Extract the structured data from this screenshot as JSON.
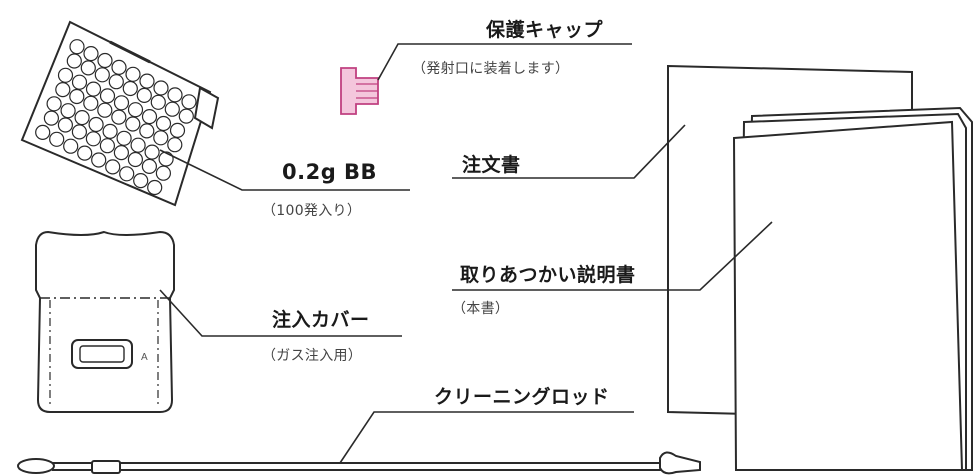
{
  "items": [
    {
      "name": "保護キャップ",
      "note": "（発射口に装着します）"
    },
    {
      "name": "0.2g BB",
      "note": "（100発入り）"
    },
    {
      "name": "注文書",
      "note": ""
    },
    {
      "name": "取りあつかい説明書",
      "note": "（本書）"
    },
    {
      "name": "注入カバー",
      "note": "（ガス注入用）"
    },
    {
      "name": "クリーニングロッド",
      "note": ""
    }
  ],
  "cover_mark": "A",
  "colors": {
    "line": "#2a2a2a",
    "cap_fill": "#f4c6dc",
    "cap_stroke": "#c04080",
    "paper": "#ffffff"
  }
}
